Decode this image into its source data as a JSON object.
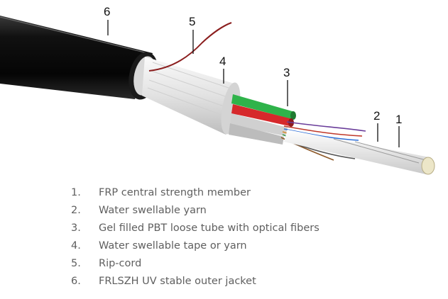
{
  "callouts": [
    "6",
    "5",
    "4",
    "3",
    "2",
    "1"
  ],
  "legend": [
    {
      "number": "1.",
      "text": "FRP central strength member"
    },
    {
      "number": "2.",
      "text": "Water swellable yarn"
    },
    {
      "number": "3.",
      "text": "Gel filled PBT loose tube with optical fibers"
    },
    {
      "number": "4.",
      "text": "Water swellable tape or yarn"
    },
    {
      "number": "5.",
      "text": "Rip-cord"
    },
    {
      "number": "6.",
      "text": "FRLSZH UV stable outer jacket"
    }
  ],
  "colors": {
    "jacket": "#0b0b0b",
    "tape": "#e6e6e6",
    "ripcord": "#8b1e1e",
    "tube_green": "#2fb34a",
    "tube_red": "#d6282b",
    "fiber_colors": [
      "#c0392b",
      "#2e6fd8",
      "#d68a2e",
      "#3a9a4a",
      "#8e5a2a",
      "#6a3d9a"
    ],
    "frp_core": "#ece6c8",
    "text": "#5f5f5f"
  }
}
